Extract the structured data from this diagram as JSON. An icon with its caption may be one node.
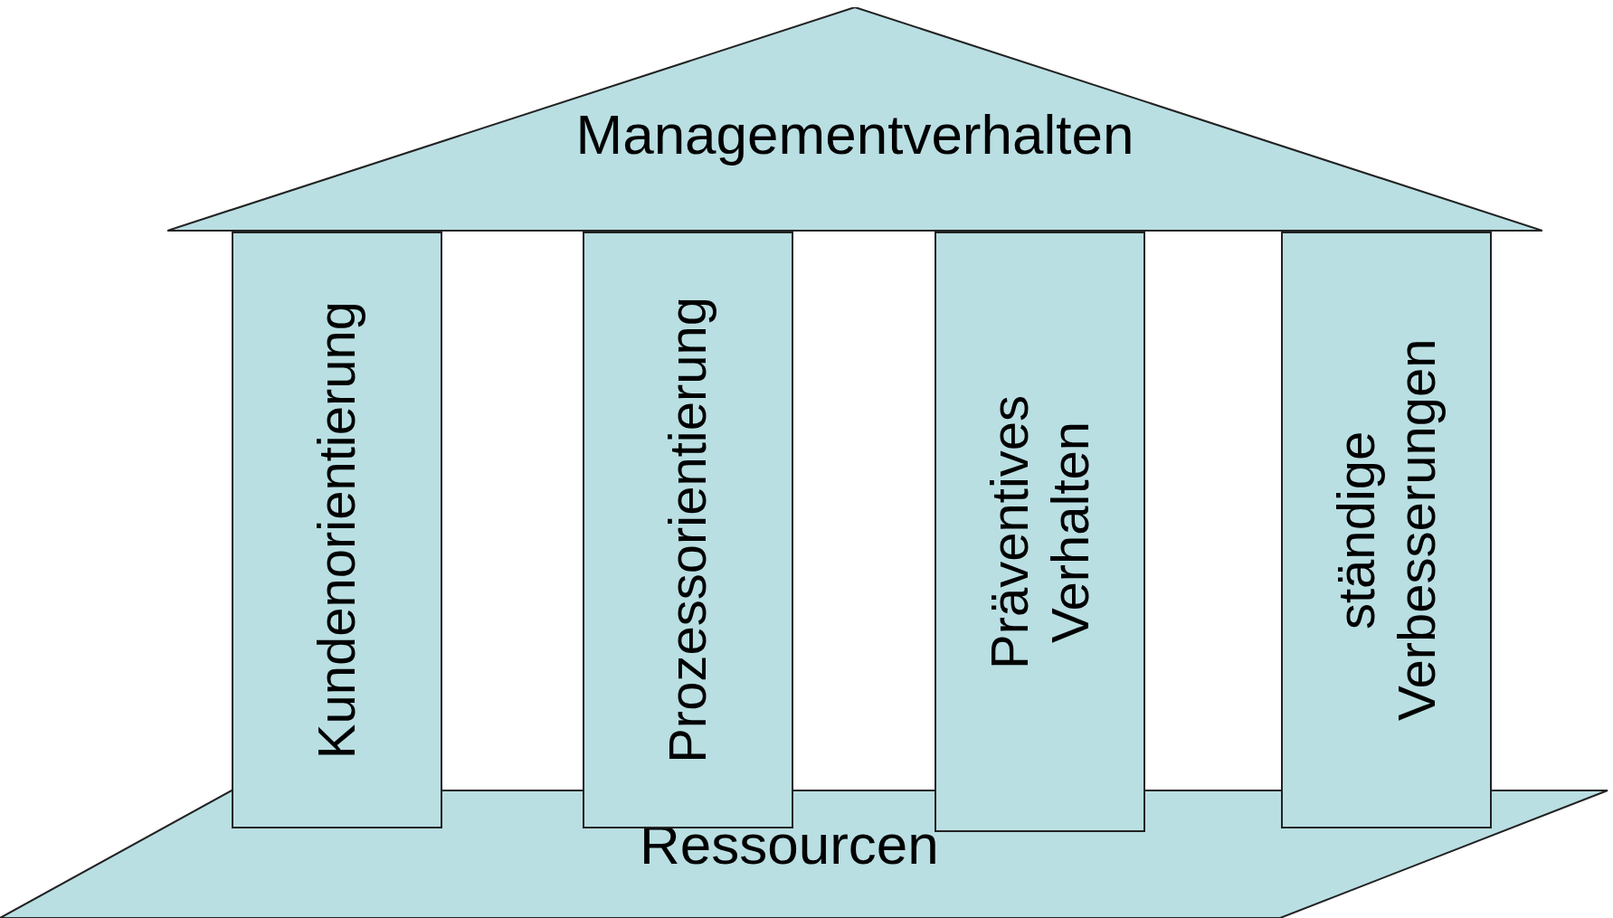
{
  "diagram": {
    "nodes": [
      {
        "text": [
          "Managementverhalten"
        ]
      },
      {
        "text": [
          "Kundenorientierung"
        ]
      },
      {
        "text": [
          "Prozessorientierung"
        ]
      },
      {
        "text": [
          "Präventives Verhalten"
        ]
      },
      {
        "text": [
          "ständige Verbesserungen"
        ]
      },
      {
        "text": [
          "Ressourcen"
        ]
      }
    ]
  }
}
